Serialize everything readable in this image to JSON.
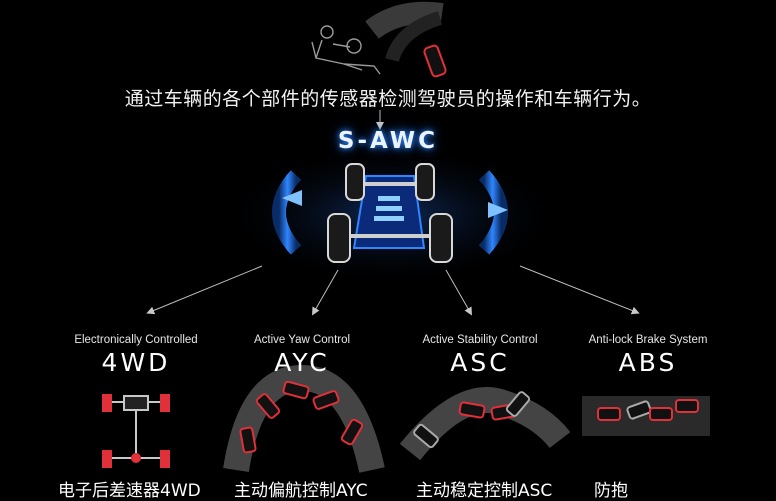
{
  "header": {
    "sentence": "通过车辆的各个部件的传感器检测驾驶员的操作和车辆行为。",
    "system_title": "S-AWC"
  },
  "systems": [
    {
      "subtitle": "Electronically Controlled",
      "abbr": "4WD",
      "caption": "电子后差速器4WD"
    },
    {
      "subtitle": "Active Yaw Control",
      "abbr": "AYC",
      "caption": "主动偏航控制AYC"
    },
    {
      "subtitle": "Active Stability Control",
      "abbr": "ASC",
      "caption": "主动稳定控制ASC"
    },
    {
      "subtitle": "Anti-lock Brake System",
      "abbr": "ABS",
      "caption": "防抱"
    }
  ],
  "colors": {
    "background": "#000000",
    "accent_blue": "#2f86ff",
    "car_red": "#e0303a",
    "arrow_gray": "#bdbdbd"
  },
  "icons": [
    "driver-icon",
    "car-turning-icon",
    "chassis-icon",
    "drivetrain-icon",
    "yaw-cars-icon",
    "stability-cars-icon",
    "brake-cars-icon"
  ]
}
